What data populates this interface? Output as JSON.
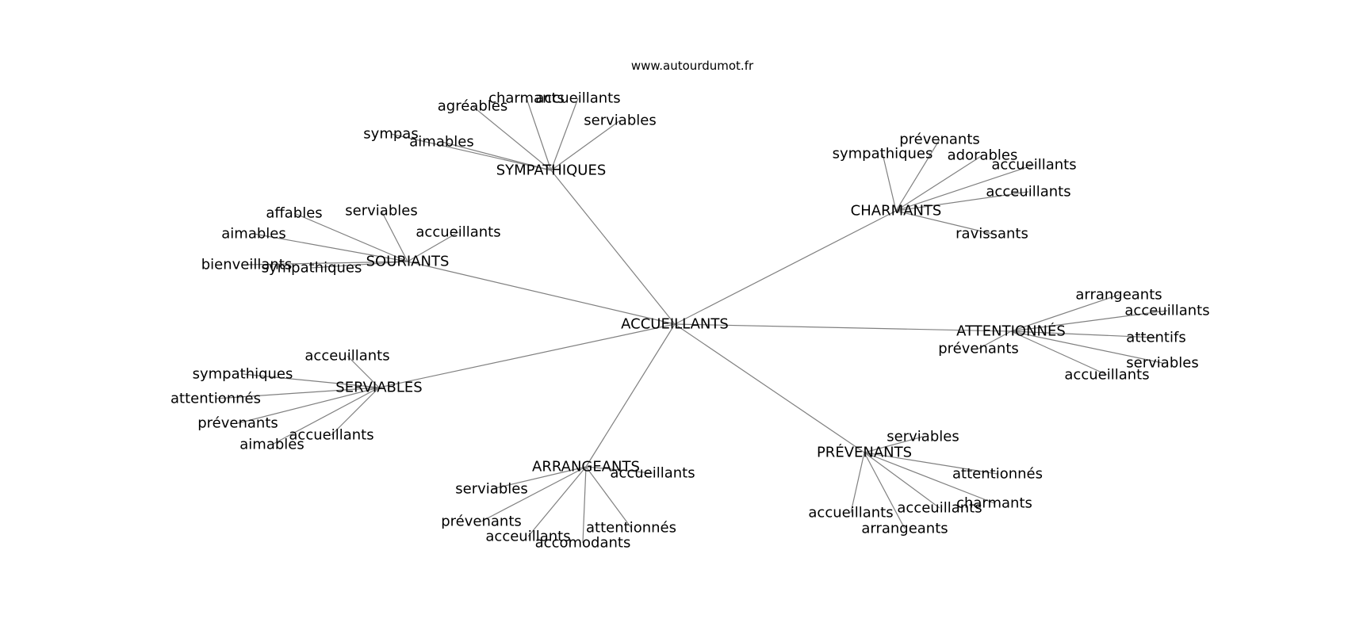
{
  "source": "www.autourdumot.fr",
  "colors": {
    "edge": "#808080",
    "text": "#000000",
    "background": "#ffffff"
  },
  "graph": {
    "root": "ACCUEILLANTS",
    "groups": [
      {
        "word": "SYMPATHIQUES",
        "related": [
          "agréables",
          "charmants",
          "accueillants",
          "serviables",
          "sympas",
          "aimables"
        ]
      },
      {
        "word": "CHARMANTS",
        "related": [
          "prévenants",
          "sympathiques",
          "adorables",
          "accueillants",
          "acceuillants",
          "ravissants"
        ]
      },
      {
        "word": "SOURIANTS",
        "related": [
          "affables",
          "serviables",
          "aimables",
          "accueillants",
          "bienveillants",
          "sympathiques"
        ]
      },
      {
        "word": "ATTENTIONNÉS",
        "related": [
          "arrangeants",
          "acceuillants",
          "attentifs",
          "prévenants",
          "serviables",
          "accueillants"
        ]
      },
      {
        "word": "SERVIABLES",
        "related": [
          "acceuillants",
          "sympathiques",
          "attentionnés",
          "prévenants",
          "accueillants",
          "aimables"
        ]
      },
      {
        "word": "ARRANGEANTS",
        "related": [
          "accueillants",
          "serviables",
          "prévenants",
          "acceuillants",
          "attentionnés",
          "accomodants"
        ]
      },
      {
        "word": "PRÉVENANTS",
        "related": [
          "serviables",
          "attentionnés",
          "charmants",
          "acceuillants",
          "accueillants",
          "arrangeants"
        ]
      }
    ]
  }
}
